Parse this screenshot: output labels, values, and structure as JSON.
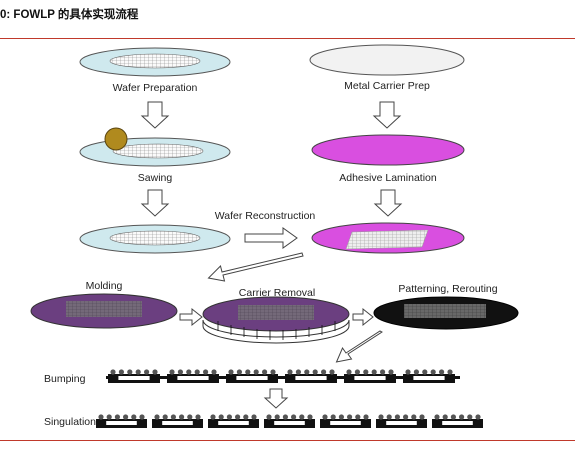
{
  "header": {
    "title": "0:  FOWLP 的具体实现流程"
  },
  "labels": {
    "wafer_preparation": "Wafer Preparation",
    "metal_carrier_prep": "Metal Carrier Prep",
    "sawing": "Sawing",
    "adhesive_lamination": "Adhesive Lamination",
    "wafer_reconstruction": "Wafer Reconstruction",
    "molding": "Molding",
    "carrier_removal": "Carrier Removal",
    "patterning_rerouting": "Patterning, Rerouting",
    "bumping": "Bumping",
    "singulation": "Singulation"
  },
  "colors": {
    "rule": "#c0392b",
    "wafer": "#cfe9ee",
    "carrier": "#f2f2f2",
    "adhesive": "#d94fe0",
    "mold": "#6b3f80",
    "saw_blade": "#b08a1e"
  }
}
